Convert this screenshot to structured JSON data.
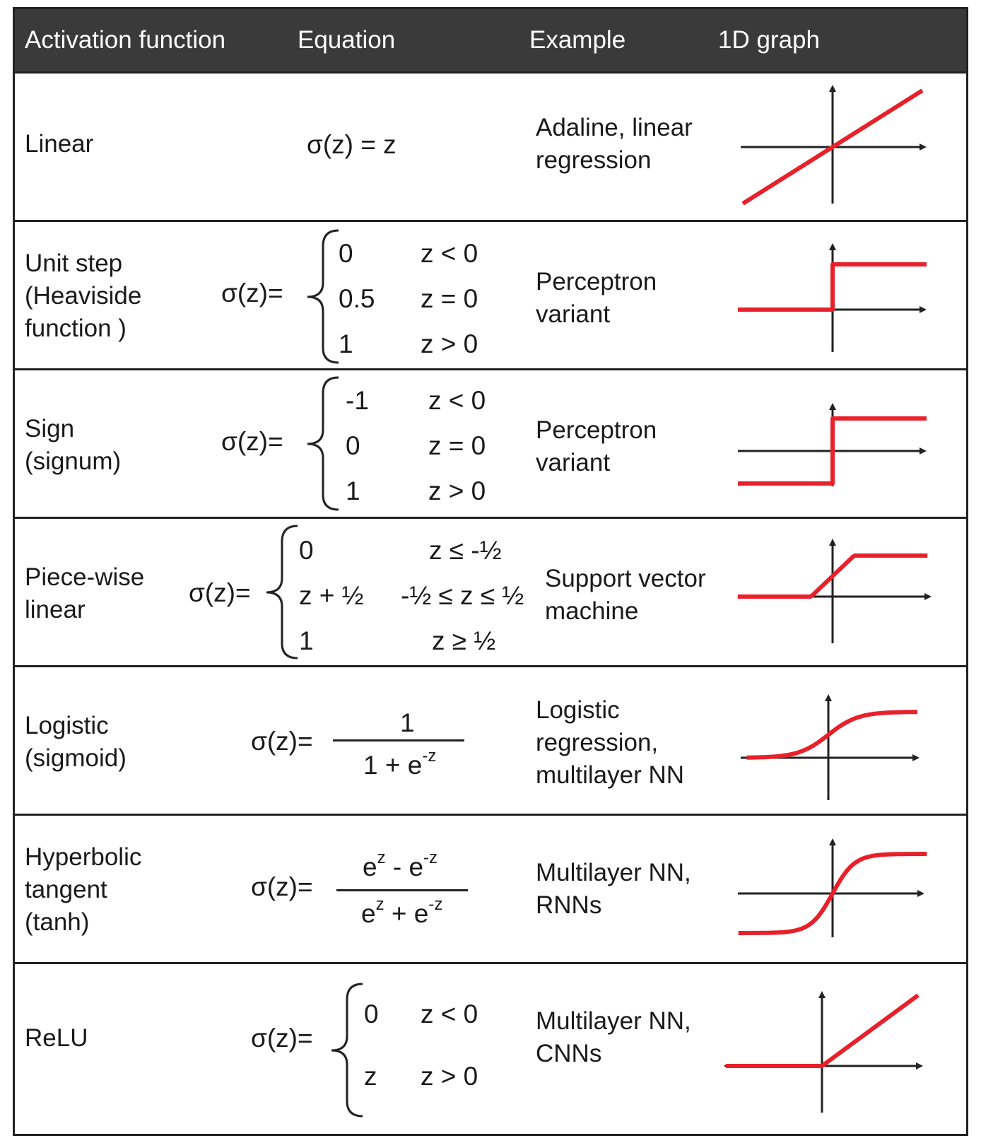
{
  "header": {
    "col_function": "Activation function",
    "col_equation": "Equation",
    "col_example": "Example",
    "col_graph": "1D graph"
  },
  "rows": [
    {
      "name_lines": [
        "Linear"
      ],
      "equation": "σ(z) = z",
      "example_lines": [
        "Adaline, linear",
        "regression"
      ]
    },
    {
      "name_lines": [
        "Unit step",
        "(Heaviside",
        "function )"
      ],
      "sigma": "σ(z)=",
      "cases": [
        {
          "value": "0",
          "condition": "z < 0"
        },
        {
          "value": "0.5",
          "condition": "z = 0"
        },
        {
          "value": "1",
          "condition": "z > 0"
        }
      ],
      "example_lines": [
        "Perceptron",
        "variant"
      ]
    },
    {
      "name_lines": [
        "Sign",
        "(signum)"
      ],
      "sigma": "σ(z)=",
      "cases": [
        {
          "value": "-1",
          "condition": "z < 0"
        },
        {
          "value": "0",
          "condition": "z = 0"
        },
        {
          "value": "1",
          "condition": "z > 0"
        }
      ],
      "example_lines": [
        "Perceptron",
        "variant"
      ]
    },
    {
      "name_lines": [
        "Piece-wise",
        "linear"
      ],
      "sigma": "σ(z)=",
      "cases": [
        {
          "value": "0",
          "condition": "z ≤ -½"
        },
        {
          "value": "z + ½",
          "condition": "-½ ≤ z ≤ ½"
        },
        {
          "value": "1",
          "condition": "z ≥ ½"
        }
      ],
      "example_lines": [
        "Support vector",
        "machine"
      ]
    },
    {
      "name_lines": [
        "Logistic",
        "(sigmoid)"
      ],
      "sigma": "σ(z)=",
      "numerator": "1",
      "denominator_base": "1 + e",
      "denominator_exp": "-z",
      "example_lines": [
        "Logistic",
        "regression,",
        "multilayer NN"
      ]
    },
    {
      "name_lines": [
        "Hyperbolic",
        "tangent",
        "(tanh)"
      ],
      "sigma": "σ(z)=",
      "num_a": "e",
      "num_a_exp": "z",
      "num_op": " - ",
      "num_b": "e",
      "num_b_exp": "-z",
      "den_a": "e",
      "den_a_exp": "z",
      "den_op": " + ",
      "den_b": "e",
      "den_b_exp": "-z",
      "example_lines": [
        "Multilayer NN,",
        "RNNs"
      ]
    },
    {
      "name_lines": [
        "ReLU"
      ],
      "sigma": "σ(z)=",
      "cases": [
        {
          "value": "0",
          "condition": "z < 0"
        },
        {
          "value": "z",
          "condition": "z > 0"
        }
      ],
      "example_lines": [
        "Multilayer NN,",
        "CNNs"
      ]
    }
  ],
  "colors": {
    "header_bg": "#3a3a3a",
    "curve": "#e8202a",
    "axis": "#222222"
  },
  "graphs": [
    "linear",
    "unit-step",
    "sign",
    "piecewise-linear",
    "sigmoid",
    "tanh",
    "relu"
  ]
}
